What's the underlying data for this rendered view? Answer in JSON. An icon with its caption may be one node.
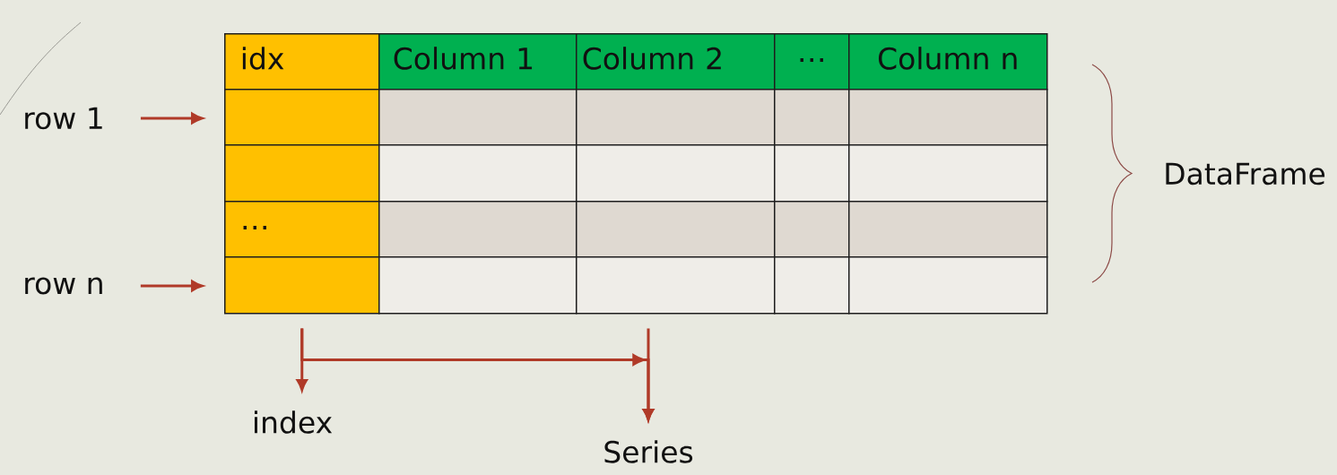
{
  "diagram": {
    "nodes": [
      {
        "text": [
          "idx"
        ]
      },
      {
        "text": [
          "Column 1"
        ]
      },
      {
        "text": [
          "Column 2"
        ]
      },
      {
        "text": [
          "⋯"
        ]
      },
      {
        "text": [
          "Column n"
        ]
      },
      {
        "text": [
          "row 1"
        ]
      },
      {
        "text": [],
        "shape": "box"
      },
      {
        "text": [],
        "shape": "box"
      },
      {
        "text": [],
        "shape": "box"
      },
      {
        "text": [],
        "shape": "box"
      },
      {
        "text": [],
        "shape": "box"
      },
      {
        "text": [],
        "shape": "box"
      },
      {
        "text": [],
        "shape": "box"
      },
      {
        "text": [],
        "shape": "box"
      },
      {
        "text": [],
        "shape": "box"
      },
      {
        "text": [],
        "shape": "box"
      },
      {
        "text": [
          "⋯"
        ]
      },
      {
        "text": [],
        "shape": "box"
      },
      {
        "text": [],
        "shape": "box"
      },
      {
        "text": [],
        "shape": "box"
      },
      {
        "text": [],
        "shape": "box"
      },
      {
        "text": [
          "row n"
        ]
      },
      {
        "text": [],
        "shape": "box"
      },
      {
        "text": [],
        "shape": "box"
      },
      {
        "text": [],
        "shape": "box"
      },
      {
        "text": [],
        "shape": "box"
      },
      {
        "text": [],
        "shape": "box"
      },
      {
        "text": [
          "index"
        ]
      },
      {
        "text": [
          "Series"
        ]
      }
    ],
    "edges": [
      {
        "from": 5,
        "to": 6,
        "arrow": "to"
      },
      {
        "from": 21,
        "to": 22,
        "arrow": "to"
      },
      {
        "from": 22,
        "to": 27,
        "arrow": "to"
      },
      {
        "from": 24,
        "to": 28,
        "arrow": "to"
      },
      {
        "from": 22,
        "to": 28,
        "arrow": "to"
      }
    ],
    "labels": [
      "DataFrame"
    ]
  }
}
